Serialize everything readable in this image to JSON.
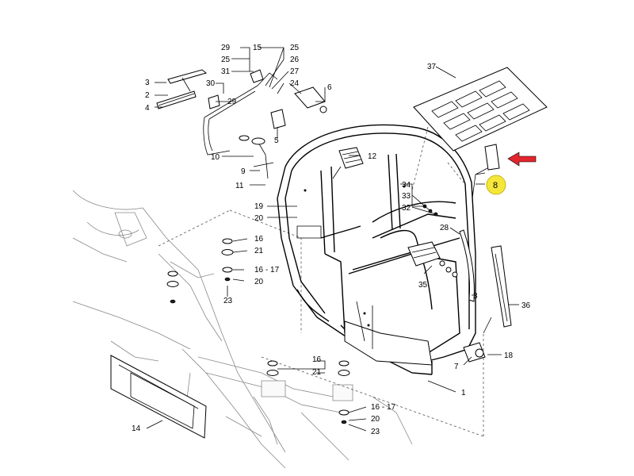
{
  "labels": {
    "l1": "1",
    "l2": "2",
    "l3a": "3",
    "l3b": "3",
    "l4": "4",
    "l5": "5",
    "l6": "6",
    "l7": "7",
    "l8": "8",
    "l9": "9",
    "l10": "10",
    "l11": "11",
    "l12": "12",
    "l14": "14",
    "l15": "15",
    "l16a": "16",
    "l16b": "16",
    "l1617a": "16 - 17",
    "l1617b": "16 - 17",
    "l18": "18",
    "l19": "19",
    "l20a": "20",
    "l20b": "20",
    "l20c": "20",
    "l21a": "21",
    "l21b": "21",
    "l23a": "23",
    "l23b": "23",
    "l24": "24",
    "l25a": "25",
    "l25b": "25",
    "l26": "26",
    "l27": "27",
    "l28": "28",
    "l29a": "29",
    "l29b": "29",
    "l30": "30",
    "l31": "31",
    "l32": "32",
    "l33": "33",
    "l34": "34",
    "l35": "35",
    "l36": "36",
    "l37": "37"
  },
  "highlight": {
    "circle_color": "#f5e63a",
    "arrow_color": "#e1262d"
  }
}
